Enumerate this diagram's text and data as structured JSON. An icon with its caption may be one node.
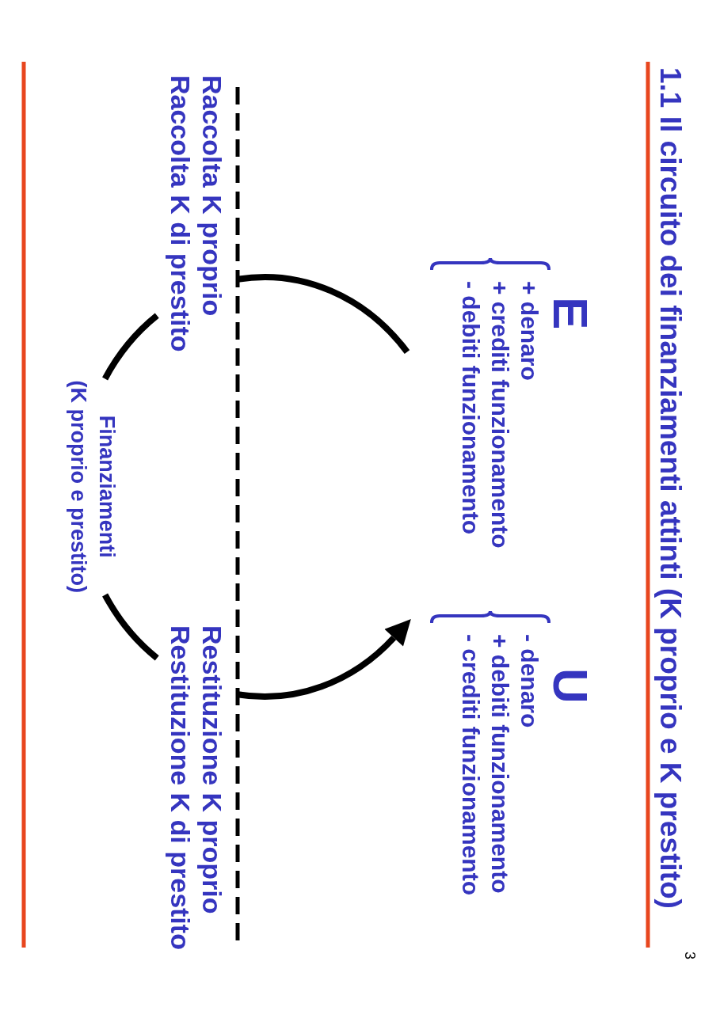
{
  "diagram": {
    "title": "1.1 Il circuito dei finanziamenti attinti (K proprio e K prestito)",
    "nodes": [
      {
        "text": [
          "E",
          "+ denaro",
          "+ crediti funzionamento",
          "- debiti funzionamento"
        ]
      },
      {
        "text": [
          "U",
          "- denaro",
          "+ debiti funzionamento",
          "- crediti funzionamento"
        ]
      },
      {
        "text": [
          "Raccolta K proprio",
          "Raccolta K di prestito"
        ]
      },
      {
        "text": [
          "Finanziamenti",
          "(K proprio e prestito)"
        ]
      },
      {
        "text": [
          "Restituzione K proprio",
          "Restituzione K di prestito"
        ]
      }
    ],
    "edges": [
      {
        "from": 2,
        "to": 0,
        "arrow": "none"
      },
      {
        "from": 4,
        "to": 1,
        "arrow": "to"
      },
      {
        "from": 2,
        "to": 3,
        "arrow": "none"
      },
      {
        "from": 3,
        "to": 4,
        "arrow": "none"
      }
    ],
    "labels": [
      "3"
    ]
  }
}
